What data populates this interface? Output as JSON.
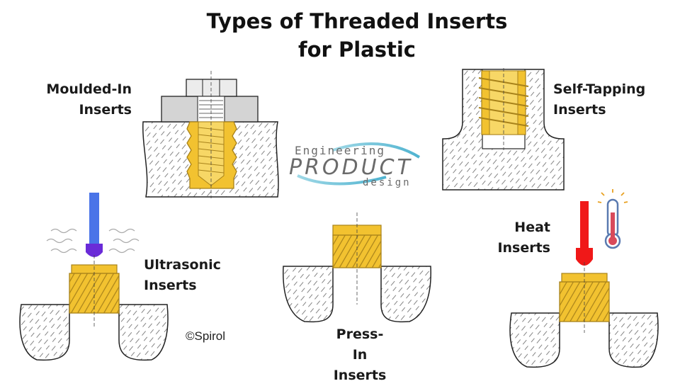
{
  "title": {
    "line1": "Types of Threaded Inserts",
    "line2": "for Plastic"
  },
  "labels": {
    "moulded_in": {
      "line1": "Moulded-In",
      "line2": "Inserts"
    },
    "self_tapping": {
      "line1": "Self-Tapping",
      "line2": "Inserts"
    },
    "ultrasonic": {
      "line1": "Ultrasonic",
      "line2": "Inserts"
    },
    "press_in": {
      "line1": "Press-In",
      "line2": "Inserts"
    },
    "heat": {
      "line1": "Heat",
      "line2": "Inserts"
    }
  },
  "logo": {
    "top": "Engineering",
    "middle": "PRODUCT",
    "bottom": "design"
  },
  "copyright": "©Spirol",
  "colors": {
    "brass": "#f2c230",
    "brass_dark": "#a8821a",
    "ultrasonic_horn": "#4a74e8",
    "horn_tip": "#6a2bd8",
    "heat_tip": "#f01818",
    "outline": "#222222",
    "bolt_grey": "#d4d4d4"
  },
  "icons": [
    "thermometer-icon",
    "vibration-waves-icon"
  ]
}
